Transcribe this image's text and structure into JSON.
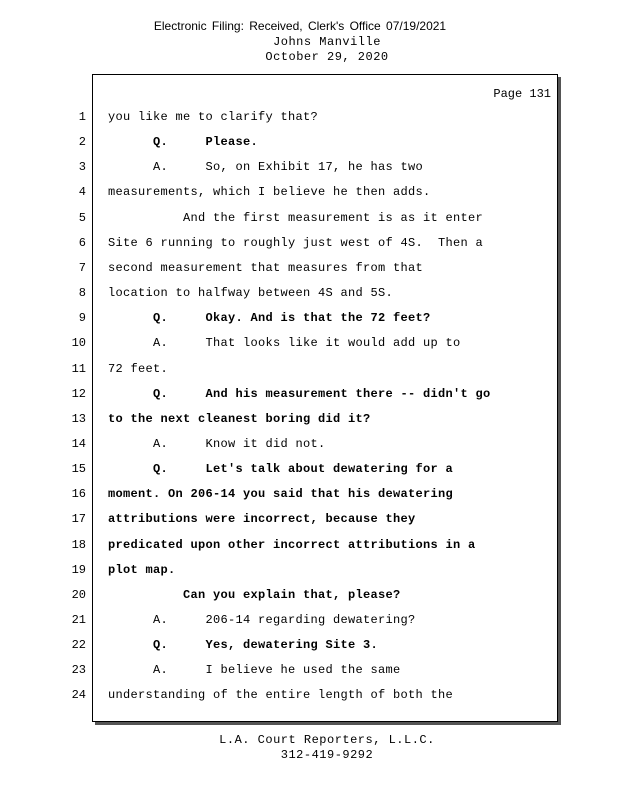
{
  "filing_stamp": "Electronic   Filing:   Received,   Clerk's  Office  07/19/2021",
  "header": {
    "deponent": "Johns Manville",
    "date": "October 29, 2020"
  },
  "page_label": "Page 131",
  "lines": [
    {
      "n": "1",
      "text": "you like me to clarify that?",
      "bold": false
    },
    {
      "n": "2",
      "text": "      Q.     Please.",
      "bold": true
    },
    {
      "n": "3",
      "text": "      A.     So, on Exhibit 17, he has two",
      "bold": false
    },
    {
      "n": "4",
      "text": "measurements, which I believe he then adds.",
      "bold": false
    },
    {
      "n": "5",
      "text": "          And the first measurement is as it enter",
      "bold": false
    },
    {
      "n": "6",
      "text": "Site 6 running to roughly just west of 4S.  Then a",
      "bold": false
    },
    {
      "n": "7",
      "text": "second measurement that measures from that",
      "bold": false
    },
    {
      "n": "8",
      "text": "location to halfway between 4S and 5S.",
      "bold": false
    },
    {
      "n": "9",
      "text": "      Q.     Okay. And is that the 72 feet?",
      "bold": true
    },
    {
      "n": "10",
      "text": "      A.     That looks like it would add up to",
      "bold": false
    },
    {
      "n": "11",
      "text": "72 feet.",
      "bold": false
    },
    {
      "n": "12",
      "text": "      Q.     And his measurement there -- didn't go",
      "bold": true
    },
    {
      "n": "13",
      "text": "to the next cleanest boring did it?",
      "bold": true
    },
    {
      "n": "14",
      "text": "      A.     Know it did not.",
      "bold": false
    },
    {
      "n": "15",
      "text": "      Q.     Let's talk about dewatering for a",
      "bold": true
    },
    {
      "n": "16",
      "text": "moment. On 206-14 you said that his dewatering",
      "bold": true
    },
    {
      "n": "17",
      "text": "attributions were incorrect, because they",
      "bold": true
    },
    {
      "n": "18",
      "text": "predicated upon other incorrect attributions in a",
      "bold": true
    },
    {
      "n": "19",
      "text": "plot map.",
      "bold": true
    },
    {
      "n": "20",
      "text": "          Can you explain that, please?",
      "bold": true
    },
    {
      "n": "21",
      "text": "      A.     206-14 regarding dewatering?",
      "bold": false
    },
    {
      "n": "22",
      "text": "      Q.     Yes, dewatering Site 3.",
      "bold": true
    },
    {
      "n": "23",
      "text": "      A.     I believe he used the same",
      "bold": false
    },
    {
      "n": "24",
      "text": "understanding of the entire length of both the",
      "bold": false
    }
  ],
  "footer": {
    "company": "L.A. Court Reporters, L.L.C.",
    "phone": "312-419-9292"
  }
}
